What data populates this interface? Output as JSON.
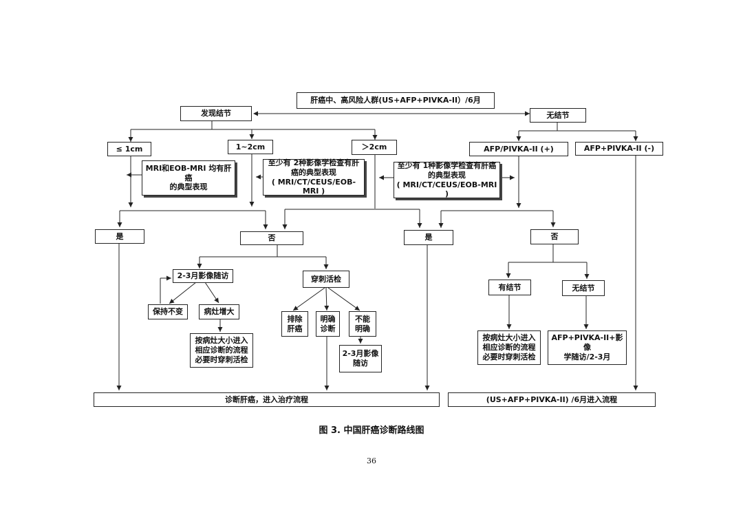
{
  "nodes": {
    "top": "肝癌中、高风险人群(US+AFP+PIVKA-II）/6月",
    "found_nodule": "发现结节",
    "no_nodule_top": "无结节",
    "size_le1": "≤ 1cm",
    "size_1to2": "1~2cm",
    "size_gt2": "＞2cm",
    "afp_pos": "AFP/PIVKA-II (+)",
    "afp_neg": "AFP+PIVKA-II (-)",
    "mri_both": "MRI和EOB-MRI 均有肝癌\n的典型表现",
    "two_imaging": "至少有 2种影像学检查有肝\n癌的典型表现\n( MRI/CT/CEUS/EOB-MRI )",
    "one_imaging": "至少有 1种影像学检查有肝癌\n的典型表现\n( MRI/CT/CEUS/EOB-MRI )",
    "yes_left": "是",
    "no_mid": "否",
    "yes_right": "是",
    "no_right": "否",
    "followup_23": "2-3月影像随访",
    "biopsy": "穿刺活检",
    "stable": "保持不变",
    "enlarged": "病灶增大",
    "by_size_left": "按病灶大小进入\n相应诊断的流程\n必要时穿刺活检",
    "exclude": "排除\n肝癌",
    "clear_dx": "明确\n诊断",
    "unclear": "不能\n明确",
    "followup_23b": "2-3月影像\n随访",
    "has_nodule": "有结节",
    "no_nodule_right": "无结节",
    "by_size_right": "按病灶大小进入\n相应诊断的流程\n必要时穿刺活检",
    "afp_followup": "AFP+PIVKA-II+影像\n学随访/2-3月",
    "diagnose_treat": "诊断肝癌，进入治疗流程",
    "reenter": "(US+AFP+PIVKA-II) /6月进入流程"
  },
  "caption": "图 3.  中国肝癌诊断路线图",
  "page_number": "36"
}
